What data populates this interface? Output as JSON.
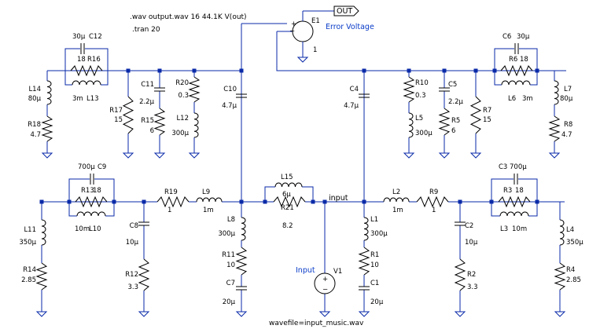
{
  "directives": {
    "wave": ".wav output.wav 16 44.1K V(out)",
    "tran": ".tran 20",
    "wavefile": "wavefile=input_music.wav"
  },
  "nets": {
    "out": "OUT",
    "input": "input",
    "error_voltage": "Error Voltage",
    "input_source": "Input"
  },
  "colors": {
    "wire": "#0a2aa8",
    "component": "#000000",
    "annotation": "#0a3cc8"
  },
  "icons": {
    "ground": "ground-icon",
    "resistor": "resistor-icon",
    "inductor": "inductor-icon",
    "capacitor": "capacitor-icon",
    "voltage_source": "voltage-source-icon",
    "vcvs": "dependent-source-icon"
  },
  "components": {
    "E1": {
      "name": "E1",
      "value": "1"
    },
    "V1": {
      "name": "V1",
      "value": ""
    },
    "C12": {
      "name": "C12",
      "value": "30µ"
    },
    "R16": {
      "name": "R16",
      "value": "18"
    },
    "L13": {
      "name": "L13",
      "value": "3m"
    },
    "L14": {
      "name": "L14",
      "value": "80µ"
    },
    "R18": {
      "name": "R18",
      "value": "4.7"
    },
    "R17": {
      "name": "R17",
      "value": "15"
    },
    "C11": {
      "name": "C11",
      "value": "2.2µ"
    },
    "R15": {
      "name": "R15",
      "value": "6"
    },
    "R20": {
      "name": "R20",
      "value": "0.3"
    },
    "L12": {
      "name": "L12",
      "value": "300µ"
    },
    "C10": {
      "name": "C10",
      "value": "4.7µ"
    },
    "C4": {
      "name": "C4",
      "value": "4.7µ"
    },
    "R10": {
      "name": "R10",
      "value": "0.3"
    },
    "L5": {
      "name": "L5",
      "value": "300µ"
    },
    "C5": {
      "name": "C5",
      "value": "2.2µ"
    },
    "R5": {
      "name": "R5",
      "value": "6"
    },
    "R7": {
      "name": "R7",
      "value": "15"
    },
    "C6": {
      "name": "C6",
      "value": "30µ"
    },
    "R6": {
      "name": "R6",
      "value": "18"
    },
    "L6": {
      "name": "L6",
      "value": "3m"
    },
    "L7": {
      "name": "L7",
      "value": "80µ"
    },
    "R8": {
      "name": "R8",
      "value": "4.7"
    },
    "C9": {
      "name": "C9",
      "value": "700µ"
    },
    "R13": {
      "name": "R13",
      "value": "18"
    },
    "L10": {
      "name": "L10",
      "value": "10m"
    },
    "L11": {
      "name": "L11",
      "value": "350µ"
    },
    "R14": {
      "name": "R14",
      "value": "2.85"
    },
    "C8": {
      "name": "C8",
      "value": "10µ"
    },
    "R12": {
      "name": "R12",
      "value": "3.3"
    },
    "R19": {
      "name": "R19",
      "value": "1"
    },
    "L9": {
      "name": "L9",
      "value": "1m"
    },
    "L8": {
      "name": "L8",
      "value": "300µ"
    },
    "R11": {
      "name": "R11",
      "value": "10"
    },
    "C7": {
      "name": "C7",
      "value": "20µ"
    },
    "L15": {
      "name": "L15",
      "value": "6µ"
    },
    "R21": {
      "name": "R21",
      "value": "8.2"
    },
    "L1": {
      "name": "L1",
      "value": "300µ"
    },
    "R1": {
      "name": "R1",
      "value": "10"
    },
    "C1": {
      "name": "C1",
      "value": "20µ"
    },
    "L2": {
      "name": "L2",
      "value": "1m"
    },
    "R9": {
      "name": "R9",
      "value": "1"
    },
    "C2": {
      "name": "C2",
      "value": "10µ"
    },
    "R2": {
      "name": "R2",
      "value": "3.3"
    },
    "C3": {
      "name": "C3",
      "value": "700µ"
    },
    "R3": {
      "name": "R3",
      "value": "18"
    },
    "L3": {
      "name": "L3",
      "value": "10m"
    },
    "L4": {
      "name": "L4",
      "value": "350µ"
    },
    "R4": {
      "name": "R4",
      "value": "2.85"
    }
  }
}
